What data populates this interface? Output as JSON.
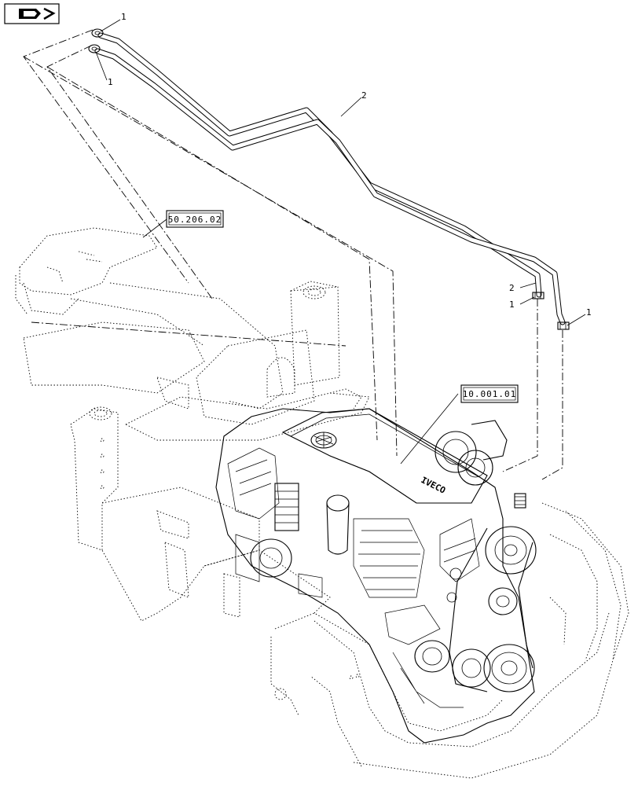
{
  "icons": {
    "nav": "arrow-icon"
  },
  "references": [
    {
      "id": "ref-frame",
      "text": "50.206.02"
    },
    {
      "id": "ref-engine",
      "text": "10.001.01"
    }
  ],
  "callouts": [
    {
      "id": "clamp-top-1",
      "text": "1"
    },
    {
      "id": "clamp-top-2",
      "text": "1"
    },
    {
      "id": "hose-2",
      "text": "2"
    },
    {
      "id": "hose-end-2",
      "text": "2"
    },
    {
      "id": "clamp-mid-1",
      "text": "1"
    },
    {
      "id": "clamp-right-1",
      "text": "1"
    }
  ]
}
